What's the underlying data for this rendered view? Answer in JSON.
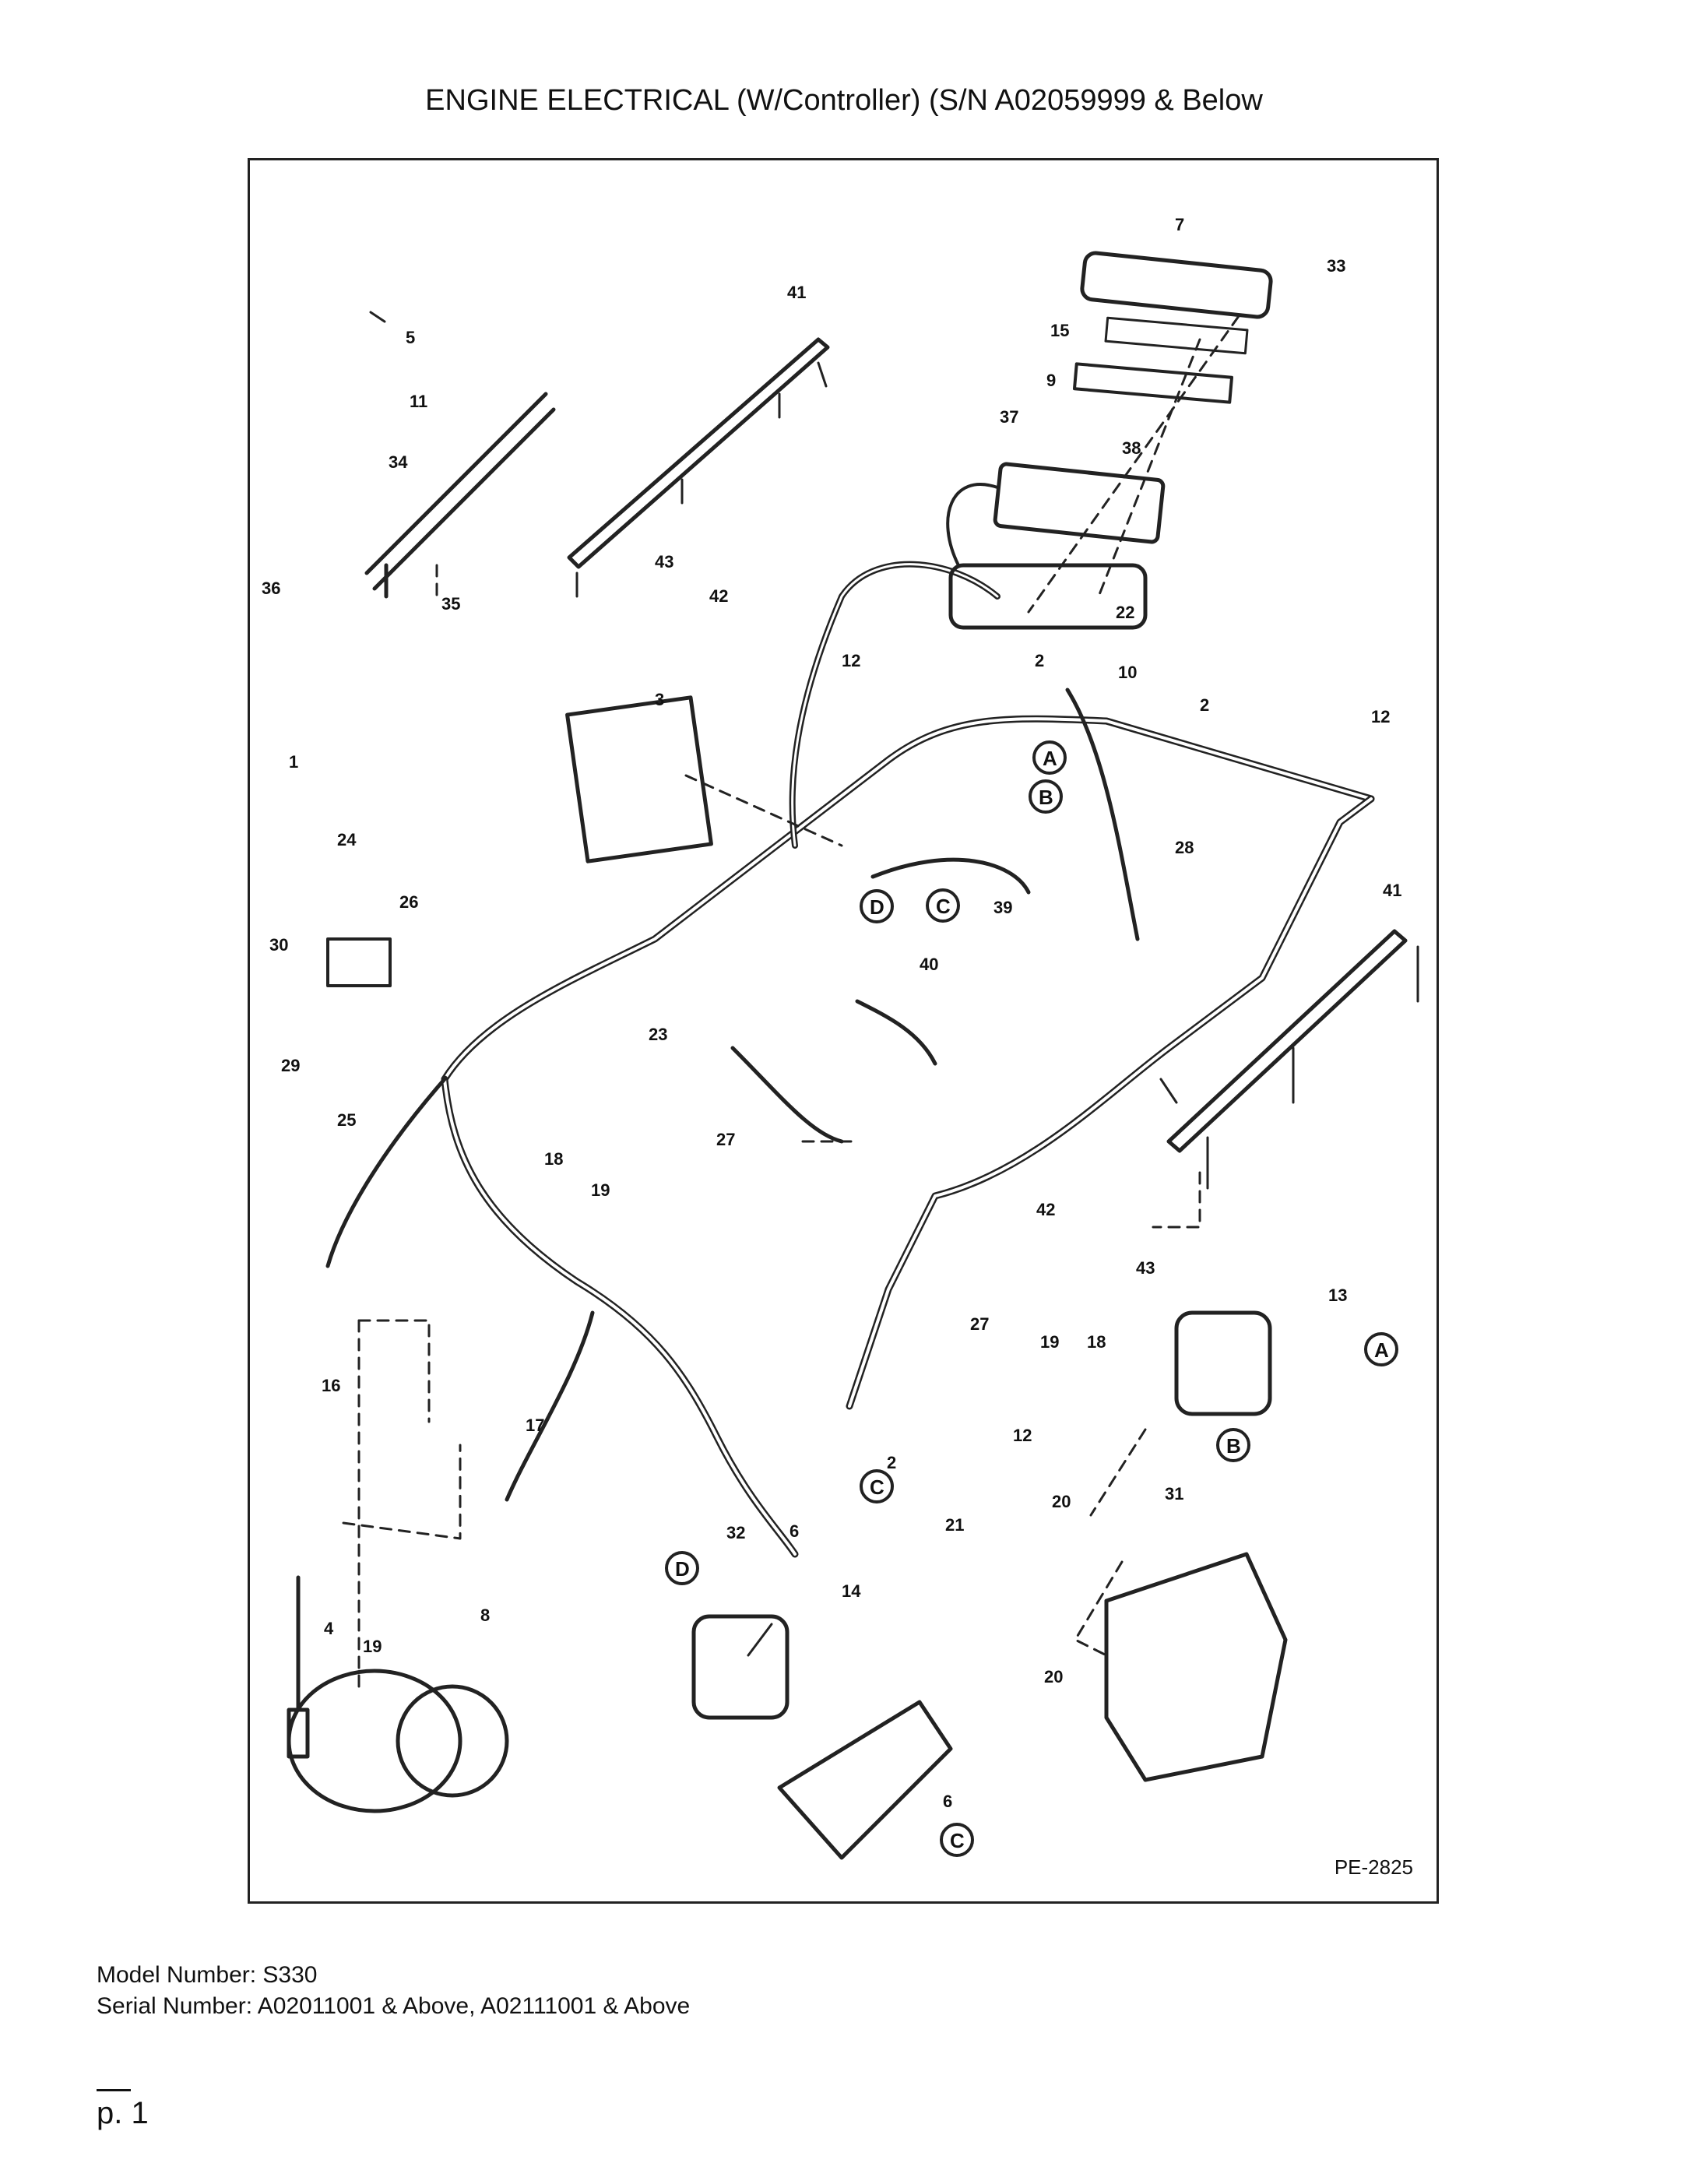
{
  "title": "ENGINE ELECTRICAL (W/Controller) (S/N A02059999 & Below",
  "figure_code": "PE-2825",
  "model_line": "Model Number: S330",
  "serial_line": "Serial Number: A02011001 & Above, A02111001 & Above",
  "page_label": "p. 1",
  "callouts": [
    "1",
    "2",
    "3",
    "4",
    "5",
    "6",
    "7",
    "8",
    "9",
    "10",
    "11",
    "12",
    "13",
    "14",
    "15",
    "16",
    "17",
    "18",
    "19",
    "20",
    "21",
    "22",
    "23",
    "24",
    "25",
    "26",
    "27",
    "28",
    "29",
    "30",
    "31",
    "32",
    "33",
    "34",
    "35",
    "36",
    "37",
    "38",
    "39",
    "40",
    "41",
    "42",
    "43"
  ],
  "circle_letters": [
    "A",
    "B",
    "C",
    "D"
  ]
}
